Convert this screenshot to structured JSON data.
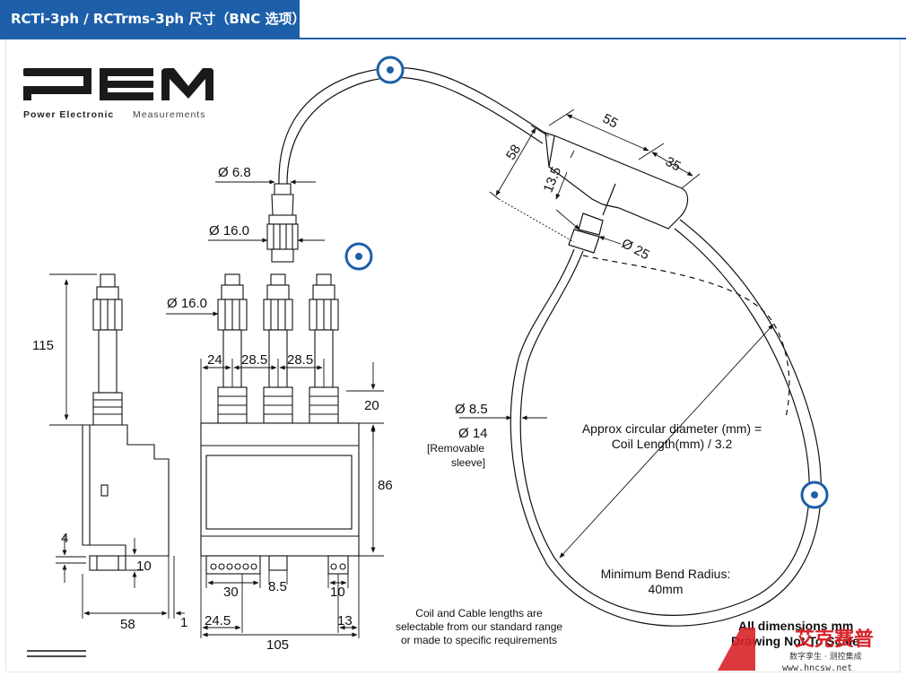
{
  "header": {
    "tab_title": "RCTi-3ph / RCTrms-3ph 尺寸（BNC 选项）"
  },
  "logo": {
    "name": "PEM",
    "subtitle_bold": "Power Electronic",
    "subtitle_light": "Measurements"
  },
  "dimensions": {
    "cable_dia": "Ø 6.8",
    "connector_dia_top": "Ø 16.0",
    "connector_dia_front": "Ø 16.0",
    "junction_55": "55",
    "junction_35": "35",
    "junction_58": "58",
    "junction_13_5": "13.5",
    "gland_dia": "Ø 25",
    "height_115": "115",
    "spacing_24": "24",
    "spacing_28_5_a": "28.5",
    "spacing_28_5_b": "28.5",
    "height_20": "20",
    "height_86": "86",
    "side_4": "4",
    "side_10": "10",
    "side_58": "58",
    "side_1": "1",
    "front_30": "30",
    "front_8_5": "8.5",
    "front_10": "10",
    "front_24_5": "24.5",
    "front_13": "13",
    "front_105": "105",
    "coil_dia_8_5": "Ø 8.5",
    "coil_dia_14": "Ø 14",
    "removable_line1": "[Removable",
    "removable_line2": "sleeve]"
  },
  "annotations": {
    "approx_line1": "Approx circular diameter (mm) =",
    "approx_line2": "Coil Length(mm) / 3.2",
    "bend_line1": "Minimum Bend Radius:",
    "bend_line2": "40mm",
    "coil_note_1": "Coil and Cable lengths are",
    "coil_note_2": "selectable from our standard range",
    "coil_note_3": "or made to specific requirements",
    "all_dims_1": "All dimensions mm",
    "all_dims_2": "Drawing Not To Scale"
  },
  "watermark": {
    "brand": "艾克赛普",
    "tagline": "数字孪生 · 测控集成",
    "url": "www.hncsw.net"
  },
  "colors": {
    "accent": "#1d5fa8",
    "watermark_red": "#d8232a"
  }
}
